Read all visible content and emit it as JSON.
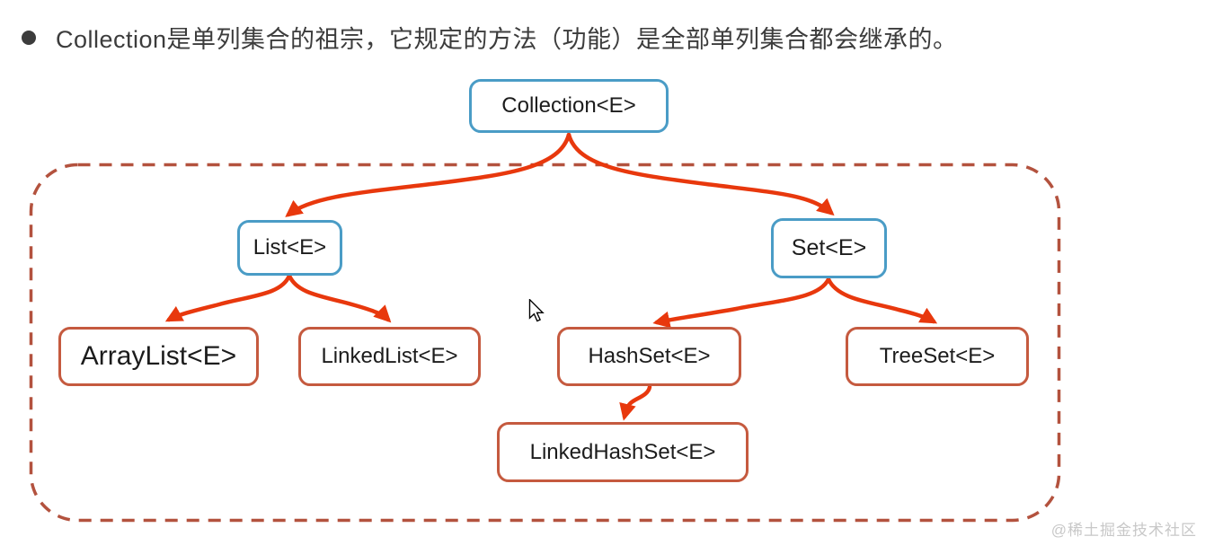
{
  "title": {
    "bullet": "dark-bullet-dot",
    "text": "Collection是单列集合的祖宗，它规定的方法（功能）是全部单列集合都会继承的。"
  },
  "diagram": {
    "description": "Java single-column collection inheritance hierarchy",
    "nodes": [
      {
        "id": "collection",
        "label": "Collection<E>",
        "style": "blue-interface"
      },
      {
        "id": "list",
        "label": "List<E>",
        "style": "blue-interface"
      },
      {
        "id": "set",
        "label": "Set<E>",
        "style": "blue-interface"
      },
      {
        "id": "arraylist",
        "label": "ArrayList<E>",
        "style": "red-class"
      },
      {
        "id": "linkedlist",
        "label": "LinkedList<E>",
        "style": "red-class"
      },
      {
        "id": "hashset",
        "label": "HashSet<E>",
        "style": "red-class"
      },
      {
        "id": "treeset",
        "label": "TreeSet<E>",
        "style": "red-class"
      },
      {
        "id": "linkedhashset",
        "label": "LinkedHashSet<E>",
        "style": "red-class"
      }
    ],
    "edges": [
      {
        "from": "collection",
        "to": "list"
      },
      {
        "from": "collection",
        "to": "set"
      },
      {
        "from": "list",
        "to": "arraylist"
      },
      {
        "from": "list",
        "to": "linkedlist"
      },
      {
        "from": "set",
        "to": "hashset"
      },
      {
        "from": "set",
        "to": "treeset"
      },
      {
        "from": "hashset",
        "to": "linkedhashset"
      }
    ]
  },
  "watermark": "@稀土掘金技术社区",
  "colors": {
    "blue": "#4A9CC6",
    "red": "#C55A3F",
    "arrow": "#E8380D",
    "dash": "#B3523E",
    "title": "#3C3C3C",
    "watermark": "#C8C8C8",
    "text": "#1C1C1C"
  }
}
